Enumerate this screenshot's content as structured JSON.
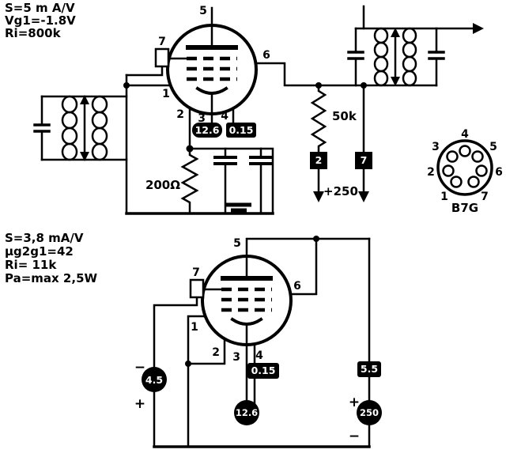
{
  "colors": {
    "ink": "#000000",
    "paper": "#ffffff"
  },
  "top_circuit": {
    "params": {
      "s": "S=5 m A/V",
      "vg1": "Vg1=-1.8V",
      "ri": "Ri=800k"
    },
    "pins": {
      "p1": "1",
      "p2": "2",
      "p3": "3",
      "p4": "4",
      "p5": "5",
      "p6": "6",
      "p7": "7"
    },
    "badges": {
      "heater_voltage": "12.6",
      "heater_current": "0.15",
      "pin2": "2",
      "pin7": "7"
    },
    "labels": {
      "cathode_resistor": "200Ω",
      "screen_resistor": "50k",
      "supply": "+250"
    }
  },
  "socket": {
    "label": "B7G",
    "pins": {
      "p1": "1",
      "p2": "2",
      "p3": "3",
      "p4": "4",
      "p5": "5",
      "p6": "6",
      "p7": "7"
    }
  },
  "bottom_circuit": {
    "params": {
      "s": "S=3,8 mA/V",
      "mu": "μg2g1=42",
      "ri": "Ri= 11k",
      "pa": "Pa=max 2,5W"
    },
    "pins": {
      "p1": "1",
      "p2": "2",
      "p3": "3",
      "p4": "4",
      "p5": "5",
      "p6": "6",
      "p7": "7"
    },
    "badges": {
      "bias_battery": "4.5",
      "heater_current": "0.15",
      "heater_battery": "12.6",
      "right_badge": "5.5",
      "supply_battery": "250"
    },
    "polarity": {
      "minus": "−",
      "plus": "+"
    }
  }
}
